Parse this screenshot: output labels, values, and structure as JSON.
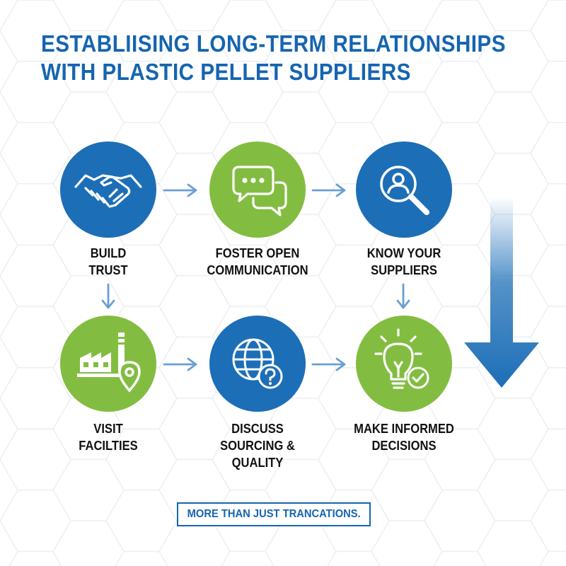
{
  "title": {
    "line1": "ESTABLIISING LONG-TERM RELATIONSHIPS",
    "line2": "WITH PLASTIC PELLET SUPPLIERS"
  },
  "steps": [
    {
      "id": "build-trust",
      "lines": [
        "BUILD",
        "TRUST"
      ],
      "color": "#1c6eb7",
      "icon": "handshake-icon"
    },
    {
      "id": "foster-communication",
      "lines": [
        "FOSTER OPEN",
        "COMMUNICATION"
      ],
      "color": "#82bd41",
      "icon": "chat-bubbles-icon"
    },
    {
      "id": "know-suppliers",
      "lines": [
        "KNOW YOUR",
        "SUPPLIERS"
      ],
      "color": "#1c6eb7",
      "icon": "magnifier-person-icon"
    },
    {
      "id": "visit-facilities",
      "lines": [
        "VISIT",
        "FACILTIES"
      ],
      "color": "#82bd41",
      "icon": "factory-pin-icon"
    },
    {
      "id": "discuss-sourcing",
      "lines": [
        "DISCUSS",
        "SOURCING &",
        "QUALITY"
      ],
      "color": "#1c6eb7",
      "icon": "globe-question-icon"
    },
    {
      "id": "informed-decisions",
      "lines": [
        "MAKE INFORMED",
        "DECISIONS"
      ],
      "color": "#82bd41",
      "icon": "lightbulb-check-icon"
    }
  ],
  "footer": {
    "text": "MORE THAN JUST TRANCATIONS."
  },
  "colors": {
    "primary_blue": "#1c6eb7",
    "title_blue": "#1565b0",
    "green": "#82bd41",
    "arrow": "#6a9fd4"
  }
}
